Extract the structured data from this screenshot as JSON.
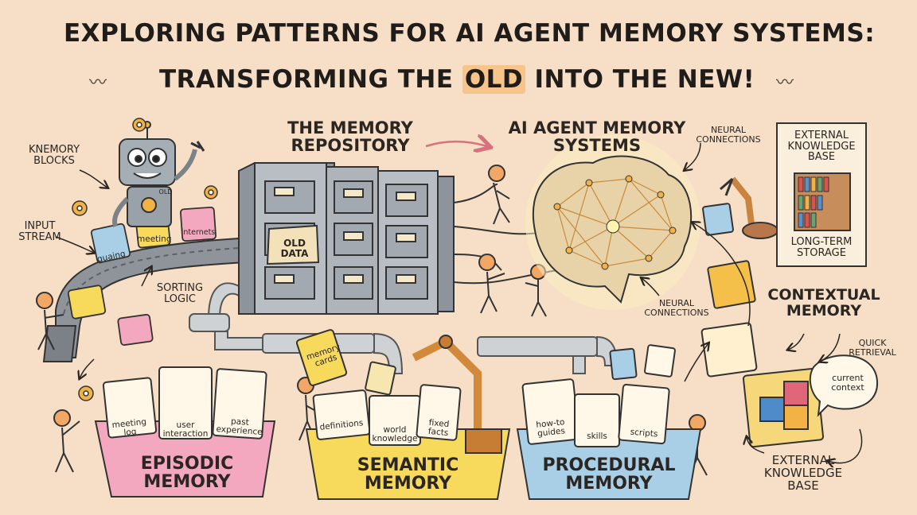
{
  "title": {
    "line1": "EXPLORING PATTERNS FOR AI AGENT MEMORY SYSTEMS:",
    "line2_before": "TRANSFORMING THE ",
    "line2_highlight": "OLD",
    "line2_after": " INTO THE NEW!"
  },
  "labels": {
    "memory_blocks": "KNEMORY BLOCKS",
    "input_stream": "INPUT STREAM",
    "sorting_logic": "SORTING LOGIC",
    "memory_repository": "THE MEMORY REPOSITORY",
    "old_data": "OLD DATA",
    "agent_memory_systems": "AI AGENT MEMORY SYSTEMS",
    "neural_connections_top": "NEURAL CONNECTIONS",
    "neural_connections_bottom": "NEURAL CONNECTIONS",
    "external_kb_top": "EXTERNAL KNOWLEDGE BASE",
    "long_term_storage": "LONG-TERM STORAGE",
    "contextual_memory": "CONTEXTUAL MEMORY",
    "quick_retrieval": "QUICK RETRIEVAL",
    "current_context": "current context",
    "external_kb_bottom": "EXTERNAL KNOWLEDGE BASE",
    "memory_cards": "memory cards"
  },
  "conveyor_cards": [
    "guaing",
    "meeting",
    "internets"
  ],
  "robot_badge": "OLD",
  "bins": [
    {
      "label": "EPISODIC MEMORY",
      "cards": [
        "meeting log",
        "user interaction",
        "past experience"
      ],
      "color": "#f4a8c0"
    },
    {
      "label": "SEMANTIC MEMORY",
      "cards": [
        "definitions",
        "world knowledge",
        "fixed facts"
      ],
      "color": "#f7d95c"
    },
    {
      "label": "PROCEDURAL MEMORY",
      "cards": [
        "how-to guides",
        "skills",
        "scripts"
      ],
      "color": "#a8cfe6"
    }
  ],
  "colors": {
    "background": "#f6dfc6",
    "ink": "#2b2622",
    "highlight": "#f7c58b",
    "cabinet": "#9aa0a6"
  }
}
